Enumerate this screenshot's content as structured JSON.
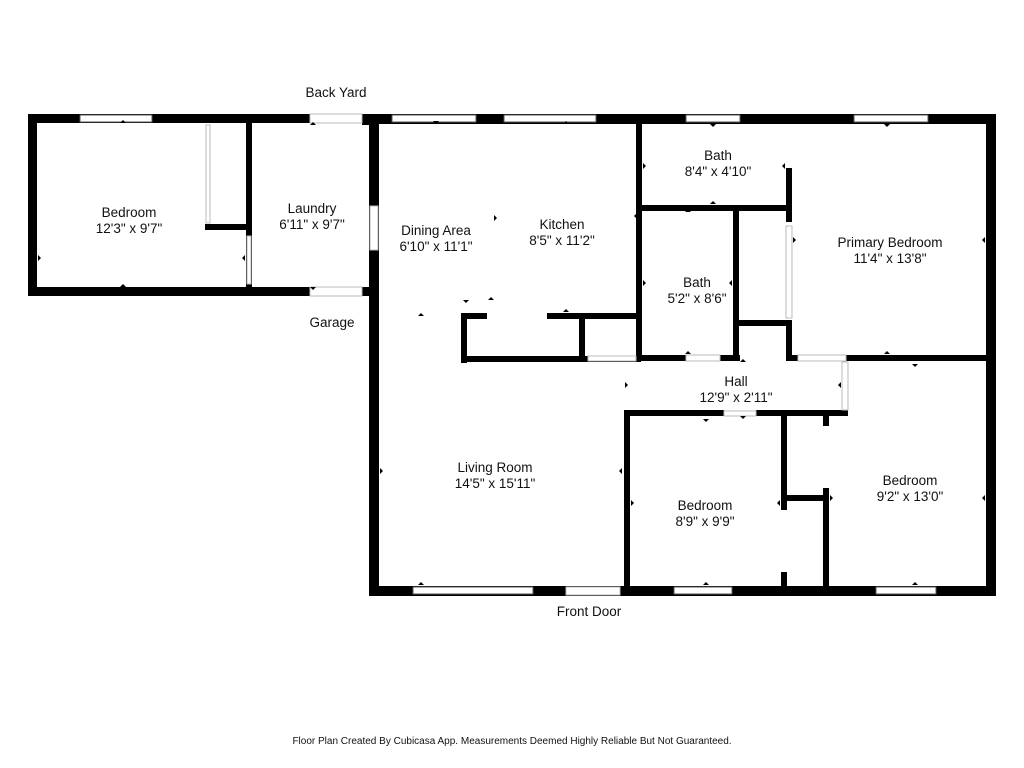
{
  "rooms": {
    "bedroom_left": {
      "name": "Bedroom",
      "size": "12'3\" x 9'7\""
    },
    "laundry": {
      "name": "Laundry",
      "size": "6'11\" x 9'7\""
    },
    "dining": {
      "name": "Dining Area",
      "size": "6'10\" x 11'1\""
    },
    "kitchen": {
      "name": "Kitchen",
      "size": "8'5\" x 11'2\""
    },
    "bath_top": {
      "name": "Bath",
      "size": "8'4\" x 4'10\""
    },
    "bath_mid": {
      "name": "Bath",
      "size": "5'2\" x 8'6\""
    },
    "primary": {
      "name": "Primary Bedroom",
      "size": "11'4\" x 13'8\""
    },
    "hall": {
      "name": "Hall",
      "size": "12'9\" x 2'11\""
    },
    "living": {
      "name": "Living Room",
      "size": "14'5\" x 15'11\""
    },
    "bedroom_mid": {
      "name": "Bedroom",
      "size": "8'9\" x 9'9\""
    },
    "bedroom_right": {
      "name": "Bedroom",
      "size": "9'2\" x 13'0\""
    }
  },
  "labels": {
    "back_yard": "Back Yard",
    "garage": "Garage",
    "front_door": "Front Door"
  },
  "footer": "Floor Plan Created By Cubicasa App. Measurements Deemed Highly Reliable But Not Guaranteed.",
  "colors": {
    "wall": "#000000",
    "window": "#ffffff",
    "text": "#111111"
  }
}
